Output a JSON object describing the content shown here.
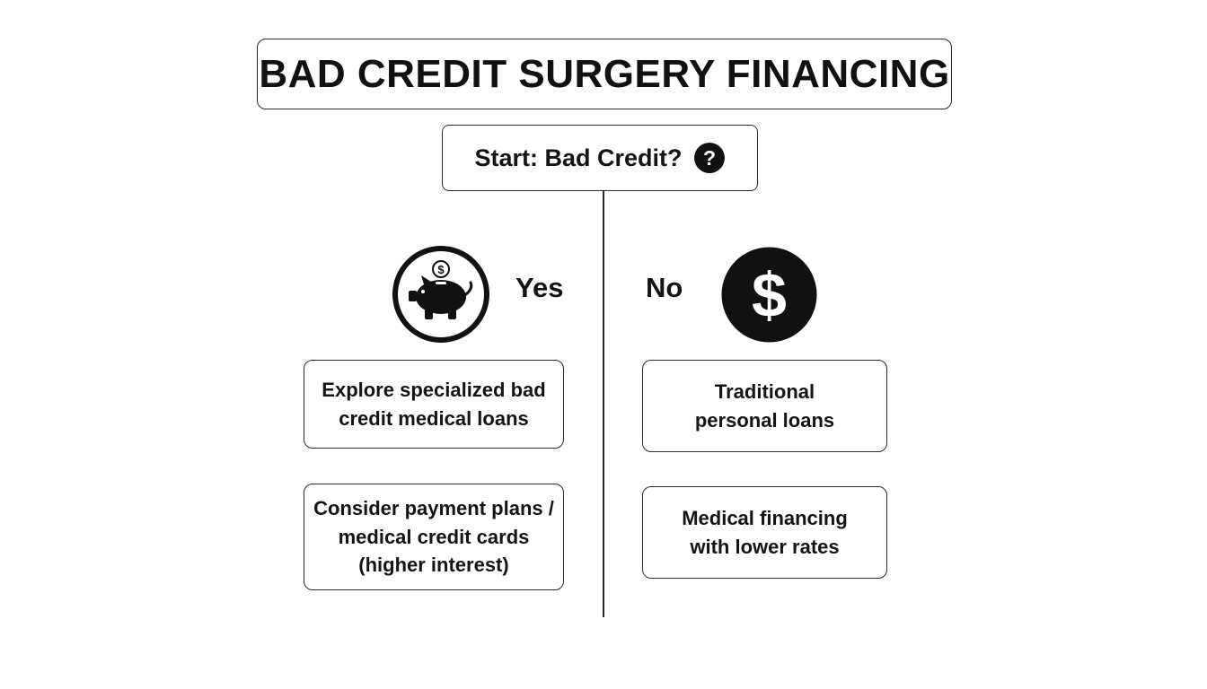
{
  "title": "BAD CREDIT SURGERY FINANCING",
  "start": {
    "label": "Start: Bad Credit?",
    "icon": "question-icon"
  },
  "branches": {
    "yes": {
      "label": "Yes",
      "icon": "piggy-bank-icon",
      "options": [
        {
          "lines": [
            "Explore specialized bad",
            "credit medical loans"
          ]
        },
        {
          "lines": [
            "Consider payment plans /",
            "medical credit cards",
            "(higher interest)"
          ]
        }
      ]
    },
    "no": {
      "label": "No",
      "icon": "dollar-icon",
      "options": [
        {
          "lines": [
            "Traditional",
            "personal loans"
          ]
        },
        {
          "lines": [
            "Medical financing",
            "with lower rates"
          ]
        }
      ]
    }
  },
  "colors": {
    "stroke": "#2b2b2b",
    "text": "#111111",
    "background": "#ffffff"
  }
}
